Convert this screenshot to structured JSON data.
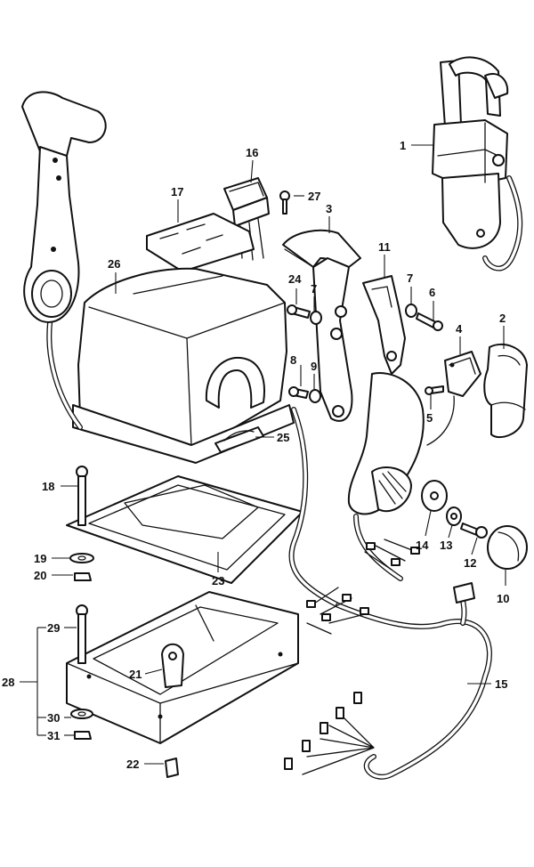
{
  "callouts": [
    {
      "id": "c1",
      "text": "1"
    },
    {
      "id": "c2",
      "text": "2"
    },
    {
      "id": "c3",
      "text": "3"
    },
    {
      "id": "c4",
      "text": "4"
    },
    {
      "id": "c5",
      "text": "5"
    },
    {
      "id": "c6",
      "text": "6"
    },
    {
      "id": "c7a",
      "text": "7"
    },
    {
      "id": "c7b",
      "text": "7"
    },
    {
      "id": "c8",
      "text": "8"
    },
    {
      "id": "c9",
      "text": "9"
    },
    {
      "id": "c10",
      "text": "10"
    },
    {
      "id": "c11",
      "text": "11"
    },
    {
      "id": "c12",
      "text": "12"
    },
    {
      "id": "c13",
      "text": "13"
    },
    {
      "id": "c14",
      "text": "14"
    },
    {
      "id": "c15",
      "text": "15"
    },
    {
      "id": "c16",
      "text": "16"
    },
    {
      "id": "c17",
      "text": "17"
    },
    {
      "id": "c18",
      "text": "18"
    },
    {
      "id": "c19",
      "text": "19"
    },
    {
      "id": "c20",
      "text": "20"
    },
    {
      "id": "c21",
      "text": "21"
    },
    {
      "id": "c22",
      "text": "22"
    },
    {
      "id": "c23",
      "text": "23"
    },
    {
      "id": "c24",
      "text": "24"
    },
    {
      "id": "c25",
      "text": "25"
    },
    {
      "id": "c26",
      "text": "26"
    },
    {
      "id": "c27",
      "text": "27"
    },
    {
      "id": "c28",
      "text": "28"
    },
    {
      "id": "c29",
      "text": "29"
    },
    {
      "id": "c30",
      "text": "30"
    },
    {
      "id": "c31",
      "text": "31"
    }
  ]
}
